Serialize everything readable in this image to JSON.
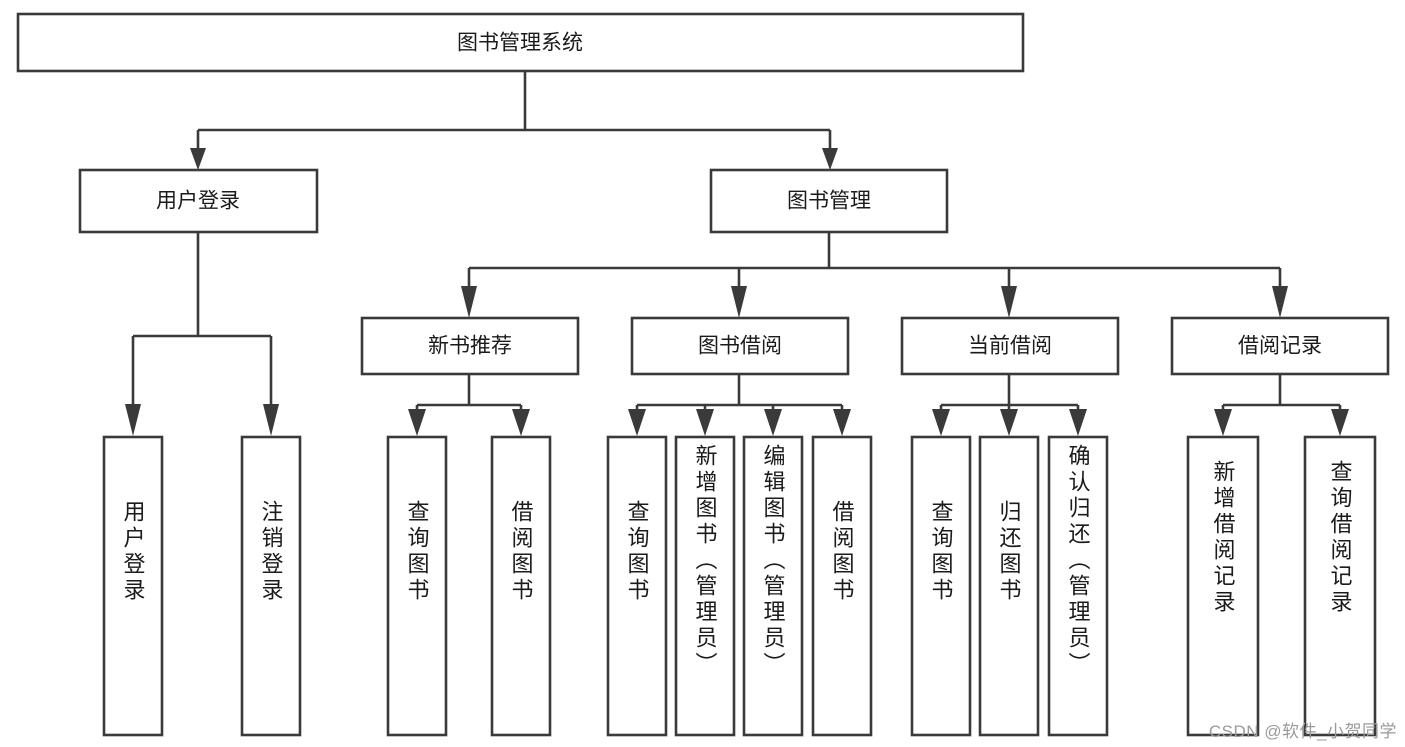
{
  "diagram": {
    "title": "图书管理系统",
    "type": "tree",
    "watermark": "CSDN @软件_小贺同学",
    "colors": {
      "box_stroke": "#3a3a3a",
      "box_fill": "#ffffff",
      "text": "#1b1b1b",
      "watermark": "#9a9a9a",
      "background": "#ffffff"
    },
    "root": {
      "label": "图书管理系统",
      "orientation": "horizontal"
    },
    "level2": [
      {
        "label": "用户登录",
        "orientation": "horizontal"
      },
      {
        "label": "图书管理",
        "orientation": "horizontal"
      }
    ],
    "level3": [
      {
        "label": "新书推荐",
        "orientation": "horizontal",
        "parent": "图书管理"
      },
      {
        "label": "图书借阅",
        "orientation": "horizontal",
        "parent": "图书管理"
      },
      {
        "label": "当前借阅",
        "orientation": "horizontal",
        "parent": "图书管理"
      },
      {
        "label": "借阅记录",
        "orientation": "horizontal",
        "parent": "图书管理"
      }
    ],
    "leaves": {
      "user_login": [
        {
          "label": "用户登录",
          "orientation": "vertical"
        },
        {
          "label": "注销登录",
          "orientation": "vertical"
        }
      ],
      "new_book_recommend": [
        {
          "label": "查询图书",
          "orientation": "vertical"
        },
        {
          "label": "借阅图书",
          "orientation": "vertical"
        }
      ],
      "book_borrow": [
        {
          "label": "查询图书",
          "orientation": "vertical"
        },
        {
          "label": "新增图书（管理员）",
          "orientation": "vertical"
        },
        {
          "label": "编辑图书（管理员）",
          "orientation": "vertical"
        },
        {
          "label": "借阅图书",
          "orientation": "vertical"
        }
      ],
      "current_borrow": [
        {
          "label": "查询图书",
          "orientation": "vertical"
        },
        {
          "label": "归还图书",
          "orientation": "vertical"
        },
        {
          "label": "确认归还（管理员）",
          "orientation": "vertical"
        }
      ],
      "borrow_record": [
        {
          "label": "新增借阅记录",
          "orientation": "vertical"
        },
        {
          "label": "查询借阅记录",
          "orientation": "vertical"
        }
      ]
    }
  }
}
